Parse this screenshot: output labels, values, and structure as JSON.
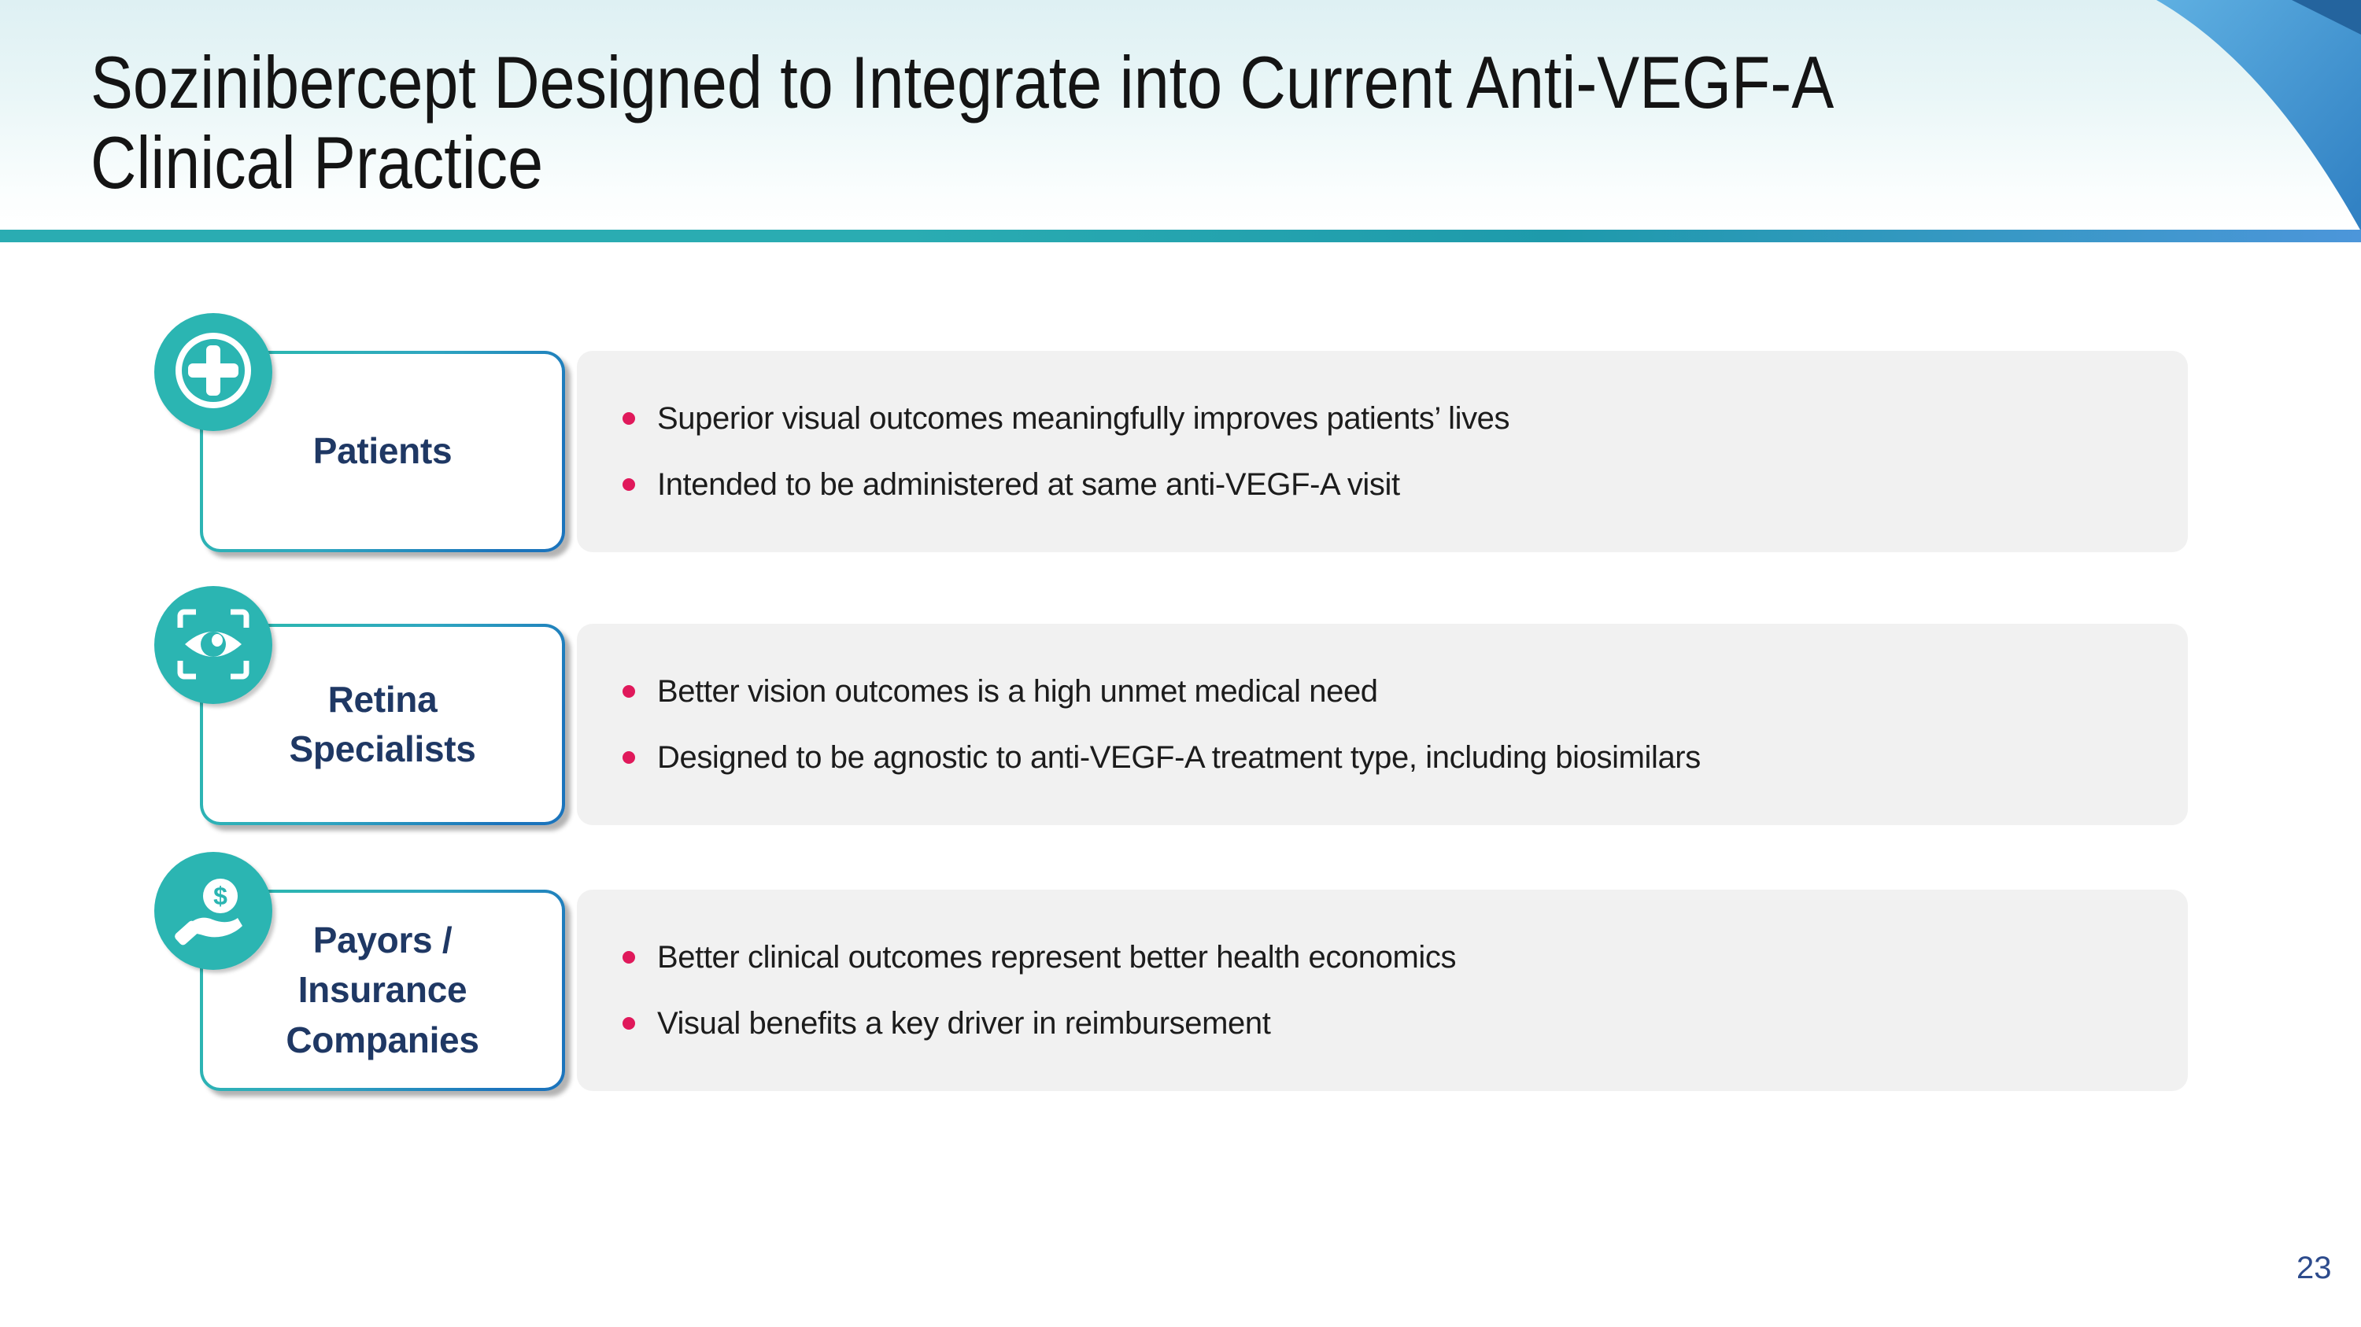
{
  "slide": {
    "title": "Sozinibercept Designed to Integrate into Current Anti-VEGF-A Clinical Practice",
    "title_lines": [
      "Sozinibercept Designed to Integrate into Current Anti-VEGF-A",
      "Clinical Practice"
    ],
    "page_number": "23"
  },
  "rows": [
    {
      "label": "Patients",
      "icon": "medical-cross-icon",
      "bullets": [
        "Superior visual outcomes meaningfully improves patients’ lives",
        "Intended to be administered at same anti-VEGF-A visit"
      ]
    },
    {
      "label": "Retina Specialists",
      "icon": "eye-scan-icon",
      "bullets": [
        "Better vision outcomes is a high unmet medical need",
        "Designed to be agnostic to anti-VEGF-A treatment type, including biosimilars"
      ]
    },
    {
      "label": "Payors / Insurance Companies",
      "icon": "hand-dollar-icon",
      "bullets": [
        "Better clinical outcomes represent better health economics",
        "Visual benefits a key driver in reimbursement"
      ]
    }
  ],
  "colors": {
    "accent_teal": "#2BB5B2",
    "accent_blue": "#1B74BC",
    "bar_blue": "#4C96DA",
    "bullet_dot": "#E0195B",
    "label_navy": "#1F3864",
    "panel_gray": "#F1F1F1"
  }
}
